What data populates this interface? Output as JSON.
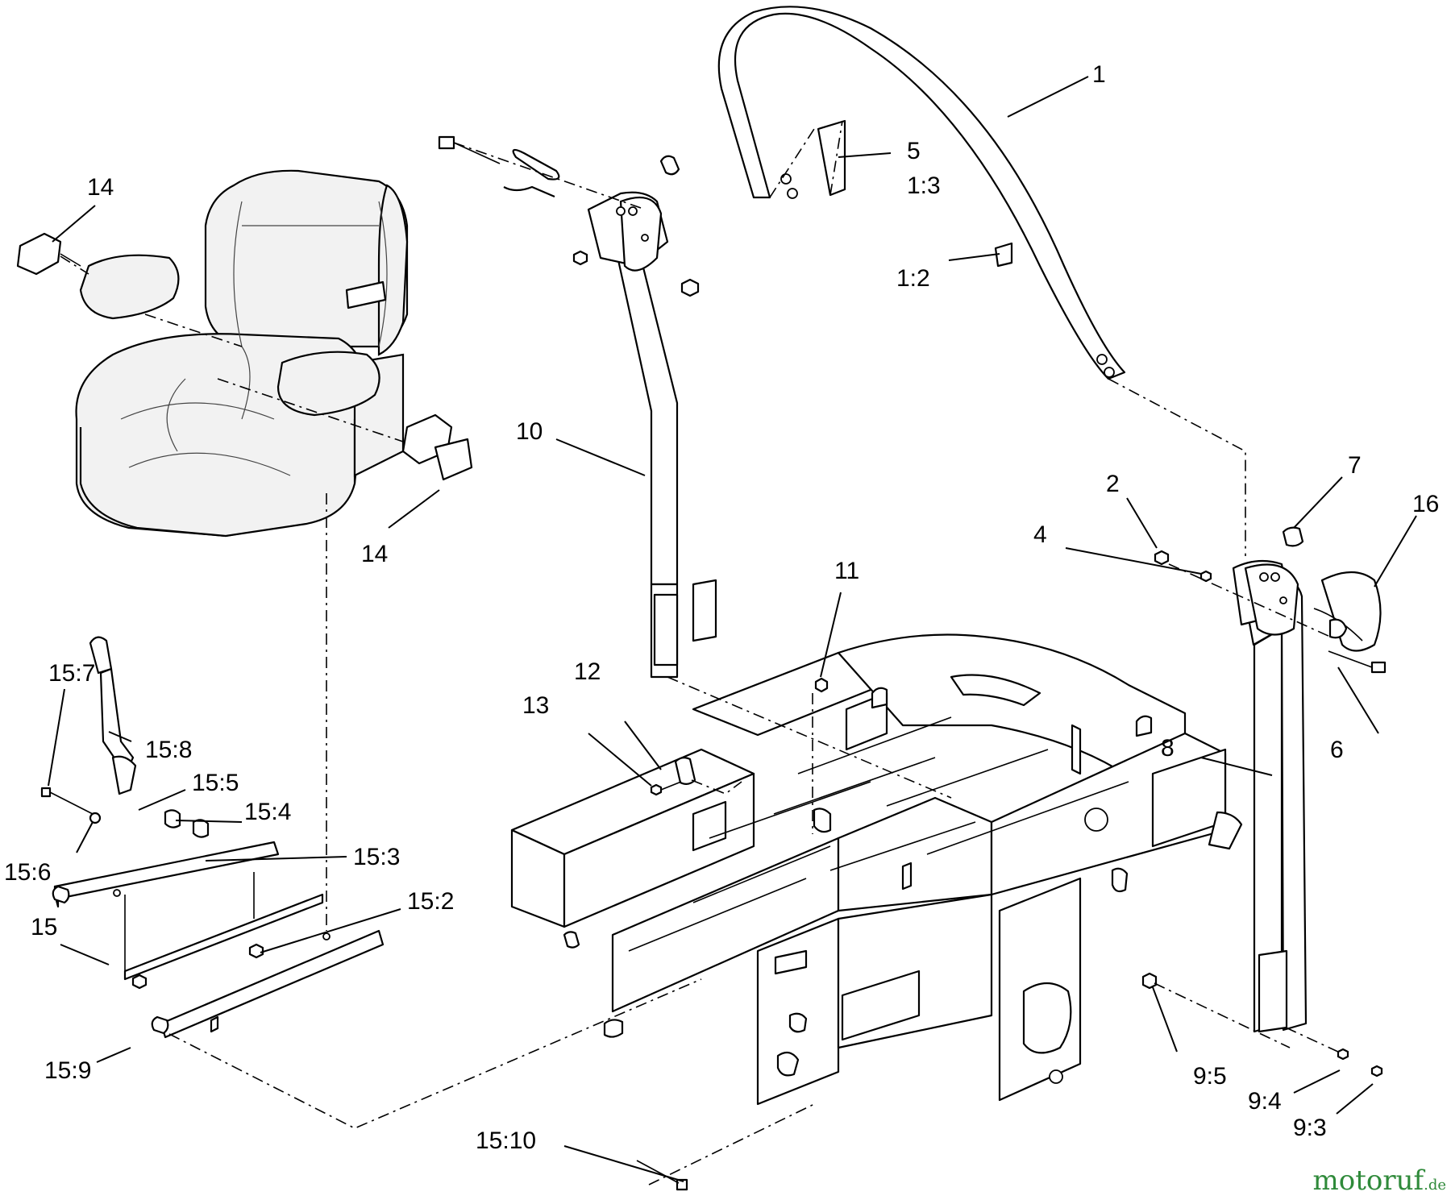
{
  "callouts": [
    {
      "id": "c1",
      "text": "1"
    },
    {
      "id": "c5",
      "text": "5"
    },
    {
      "id": "c1_3",
      "text": "1:3"
    },
    {
      "id": "c1_2",
      "text": "1:2"
    },
    {
      "id": "c14a",
      "text": "14"
    },
    {
      "id": "c14b",
      "text": "14"
    },
    {
      "id": "c10",
      "text": "10"
    },
    {
      "id": "c2",
      "text": "2"
    },
    {
      "id": "c7",
      "text": "7"
    },
    {
      "id": "c16",
      "text": "16"
    },
    {
      "id": "c4",
      "text": "4"
    },
    {
      "id": "c11",
      "text": "11"
    },
    {
      "id": "c12",
      "text": "12"
    },
    {
      "id": "c13",
      "text": "13"
    },
    {
      "id": "c8",
      "text": "8"
    },
    {
      "id": "c6",
      "text": "6"
    },
    {
      "id": "c15_7",
      "text": "15:7"
    },
    {
      "id": "c15_8",
      "text": "15:8"
    },
    {
      "id": "c15_5",
      "text": "15:5"
    },
    {
      "id": "c15_4",
      "text": "15:4"
    },
    {
      "id": "c15_6",
      "text": "15:6"
    },
    {
      "id": "c15_3",
      "text": "15:3"
    },
    {
      "id": "c15_2",
      "text": "15:2"
    },
    {
      "id": "c15",
      "text": "15"
    },
    {
      "id": "c15_9",
      "text": "15:9"
    },
    {
      "id": "c15_10",
      "text": "15:10"
    },
    {
      "id": "c9_5",
      "text": "9:5"
    },
    {
      "id": "c9_4",
      "text": "9:4"
    },
    {
      "id": "c9_3",
      "text": "9:3"
    }
  ],
  "watermark": {
    "part1": "motoruf",
    "part2": "",
    "suffix": ".de"
  },
  "colors": {
    "line": "#000000",
    "background": "#ffffff",
    "wm_green": "#2f8a3a",
    "wm_orange": "#e07b14"
  }
}
